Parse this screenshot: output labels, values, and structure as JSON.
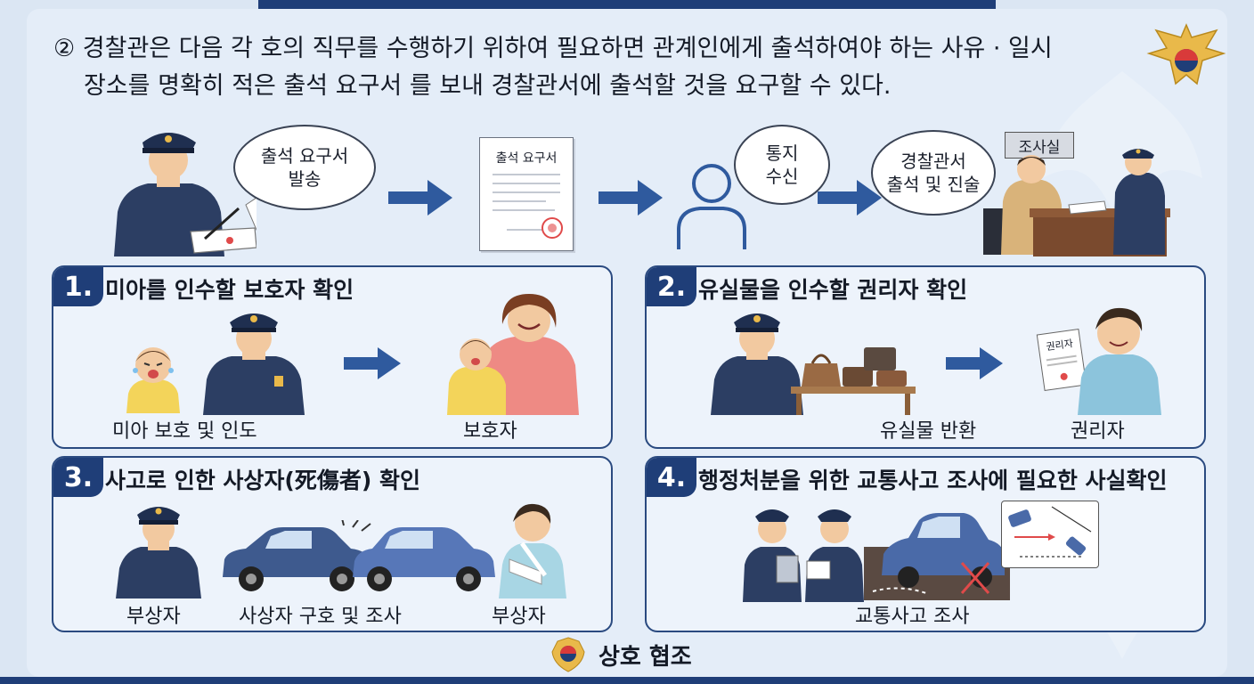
{
  "intro": {
    "line1": "② 경찰관은 다음 각 호의 직무를 수행하기 위하여 필요하면 관계인에게 출석하여야 하는 사유 · 일시",
    "line2": "장소를 명확히 적은 출석 요구서 를 보내 경찰관서에 출석할 것을 요구할 수 있다."
  },
  "flow": {
    "bubble1": "출석 요구서\n발송",
    "document_title": "출석 요구서",
    "bubble2": "통지\n수신",
    "bubble3": "경찰관서\n출석 및 진술",
    "room_sign": "조사실"
  },
  "panels": [
    {
      "number": "1.",
      "title": "미아를 인수할 보호자 확인",
      "captions": [
        "미아 보호 및 인도",
        "보호자"
      ]
    },
    {
      "number": "2.",
      "title": "유실물을 인수할 권리자 확인",
      "captions": [
        "유실물 반환",
        "권리자"
      ],
      "card_text": "권리자"
    },
    {
      "number": "3.",
      "title": "사고로 인한 사상자(死傷者) 확인",
      "captions": [
        "부상자",
        "사상자 구호 및 조사",
        "부상자"
      ]
    },
    {
      "number": "4.",
      "title": "행정처분을 위한 교통사고 조사에 필요한 사실확인",
      "captions": [
        "교통사고 조사"
      ]
    }
  ],
  "footer": {
    "label": "상호 협조"
  },
  "colors": {
    "navy": "#1f3e78",
    "uniform": "#2c3e63",
    "arrow": "#2f5a9e",
    "skin": "#f2c9a0"
  }
}
